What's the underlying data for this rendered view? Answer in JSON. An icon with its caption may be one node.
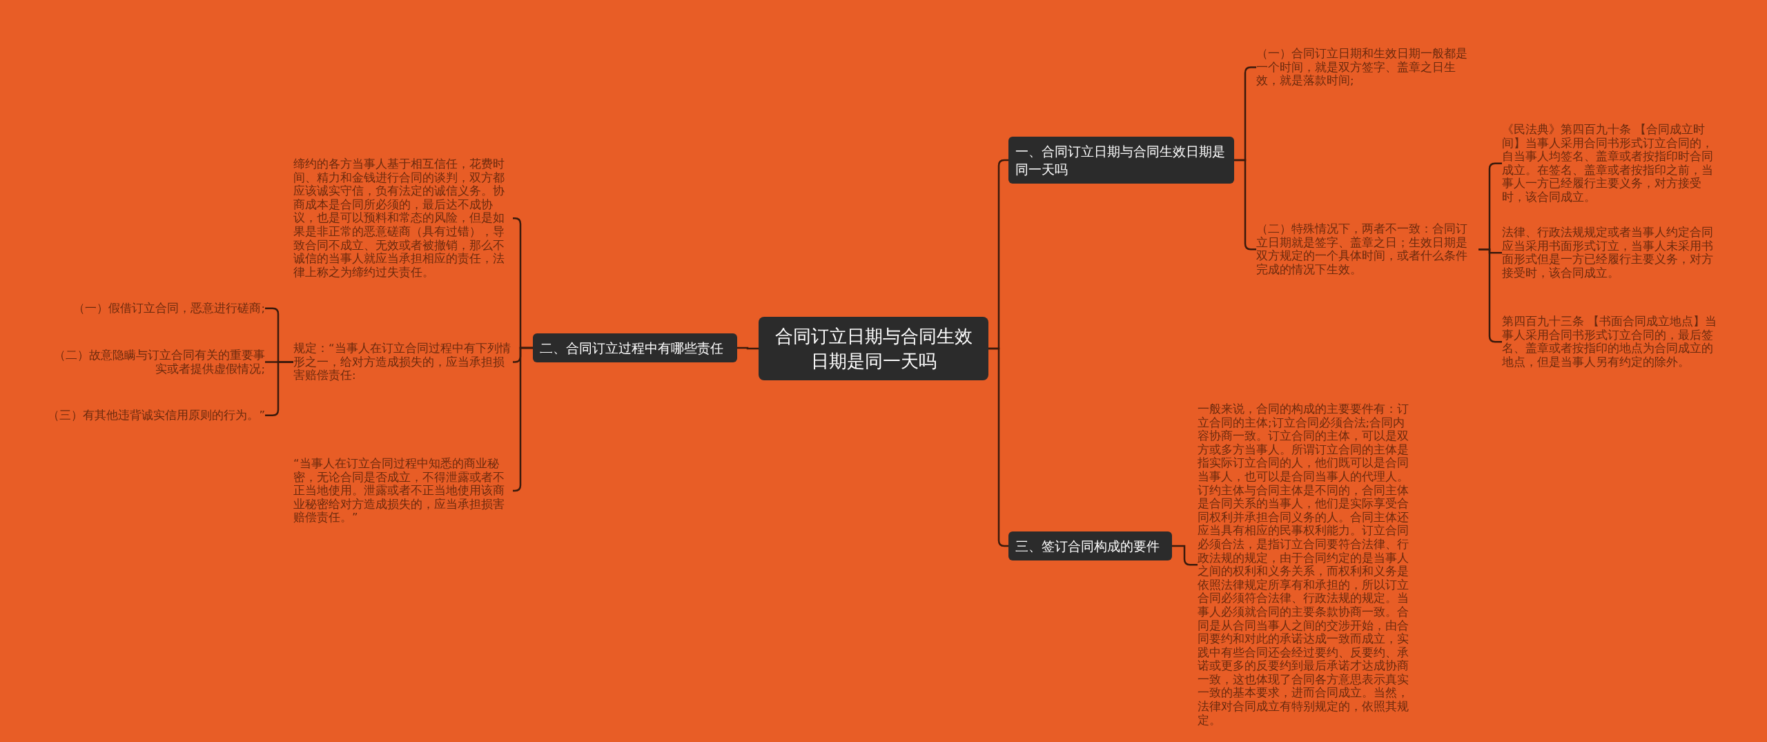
{
  "diagram": {
    "nodes": [
      {
        "text": [
          "合同订立日期与合同生效日期是同一天吗"
        ]
      },
      {
        "text": [
          "一、合同订立日期与合同生效日期是同一天吗"
        ]
      },
      {
        "text": [
          "（一）合同订立日期和生效日期一般都是一个时间，就是双方签字、盖章之日生效，就是落款时间;"
        ]
      },
      {
        "text": [
          "（二）特殊情况下，两者不一致：合同订立日期就是签字、盖章之日；生效日期是双方规定的一个具体时间，或者什么条件完成的情况下生效。"
        ]
      },
      {
        "text": [
          "《民法典》第四百九十条 【合同成立时间】当事人采用合同书形式订立合同的，自当事人均签名、盖章或者按指印时合同成立。在签名、盖章或者按指印之前，当事人一方已经履行主要义务，对方接受时，该合同成立。"
        ]
      },
      {
        "text": [
          "法律、行政法规规定或者当事人约定合同应当采用书面形式订立，当事人未采用书面形式但是一方已经履行主要义务，对方接受时，该合同成立。"
        ]
      },
      {
        "text": [
          "第四百九十三条 【书面合同成立地点】当事人采用合同书形式订立合同的，最后签名、盖章或者按指印的地点为合同成立的地点，但是当事人另有约定的除外。"
        ]
      },
      {
        "text": [
          "二、合同订立过程中有哪些责任"
        ]
      },
      {
        "text": [
          "缔约的各方当事人基于相互信任，花费时间、精力和金钱进行合同的谈判，双方都应该诚实守信，负有法定的诚信义务。协商成本是合同所必须的，最后达不成协议，也是可以预料和常态的风险，但是如果是非正常的恶意磋商（具有过错），导致合同不成立、无效或者被撤销，那么不诚信的当事人就应当承担相应的责任，法律上称之为缔约过失责任。"
        ]
      },
      {
        "text": [
          "规定：“当事人在订立合同过程中有下列情形之一，给对方造成损失的，应当承担损害赔偿责任:"
        ]
      },
      {
        "text": [
          "（一）假借订立合同，恶意进行磋商;"
        ]
      },
      {
        "text": [
          "（二）故意隐瞒与订立合同有关的重要事实或者提供虚假情况;"
        ]
      },
      {
        "text": [
          "（三）有其他违背诚实信用原则的行为。”"
        ]
      },
      {
        "text": [
          "“当事人在订立合同过程中知悉的商业秘密，无论合同是否成立，不得泄露或者不正当地使用。泄露或者不正当地使用该商业秘密给对方造成损失的，应当承担损害赔偿责任。”"
        ]
      },
      {
        "text": [
          "三、签订合同构成的要件"
        ]
      },
      {
        "text": [
          "一般来说，合同的构成的主要要件有：订立合同的主体;订立合同必须合法;合同内容协商一致。订立合同的主体，可以是双方或多方当事人。所谓订立合同的主体是指实际订立合同的人，他们既可以是合同当事人，也可以是合同当事人的代理人。订约主体与合同主体是不同的，合同主体是合同关系的当事人，他们是实际享受合同权利并承担合同义务的人。合同主体还应当具有相应的民事权利能力。订立合同必须合法，是指订立合同要符合法律、行政法规的规定，由于合同约定的是当事人之间的权利和义务关系，而权利和义务是依照法律规定所享有和承担的，所以订立合同必须符合法律、行政法规的规定。当事人必须就合同的主要条款协商一致。合同是从合同当事人之间的交涉开始，由合同要约和对此的承诺达成一致而成立，实践中有些合同还会经过要约、反要约、承诺或更多的反要约到最后承诺才达成协商一致，这也体现了合同各方意思表示真实一致的基本要求，进而合同成立。当然，法律对合同成立有特别规定的，依照其规定。"
        ]
      }
    ],
    "edges": [
      {
        "from": 0,
        "to": 1,
        "arrow": "none"
      },
      {
        "from": 0,
        "to": 7,
        "arrow": "none"
      },
      {
        "from": 0,
        "to": 14,
        "arrow": "none"
      },
      {
        "from": 1,
        "to": 2,
        "arrow": "none"
      },
      {
        "from": 1,
        "to": 3,
        "arrow": "none"
      },
      {
        "from": 3,
        "to": 4,
        "arrow": "none"
      },
      {
        "from": 3,
        "to": 5,
        "arrow": "none"
      },
      {
        "from": 3,
        "to": 6,
        "arrow": "none"
      },
      {
        "from": 7,
        "to": 8,
        "arrow": "none"
      },
      {
        "from": 7,
        "to": 9,
        "arrow": "none"
      },
      {
        "from": 7,
        "to": 13,
        "arrow": "none"
      },
      {
        "from": 9,
        "to": 10,
        "arrow": "none"
      },
      {
        "from": 9,
        "to": 11,
        "arrow": "none"
      },
      {
        "from": 9,
        "to": 12,
        "arrow": "none"
      },
      {
        "from": 14,
        "to": 15,
        "arrow": "none"
      }
    ]
  }
}
